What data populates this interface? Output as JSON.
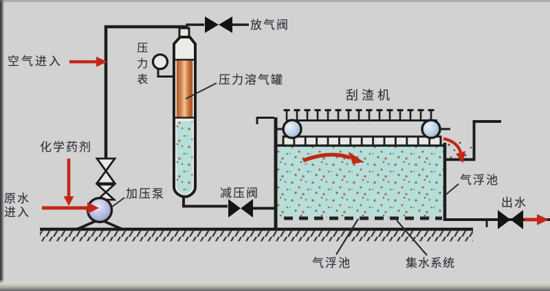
{
  "diagram": {
    "subject": "pressure dissolved-air flotation process flow diagram",
    "labels": {
      "air_in": "空气进入",
      "release_valve": "放气阀",
      "pressure_gauge": "压力表",
      "saturator": "压力溶气罐",
      "scraper": "刮渣机",
      "chemical": "化学药剂",
      "raw_water": "原水进入",
      "pump": "加压泵",
      "reducing_valve": "减压阀",
      "flotation_tank": "气浮池",
      "water_out": "出水",
      "flotation_tank_bottom": "气浮池",
      "collection_system": "集水系统"
    },
    "colors": {
      "background": "#d2d2d2",
      "line_black": "#1c1c1c",
      "arrow_red": "#c22718",
      "water_cyan": "#b7ded9",
      "saturator_orange": "#cd7e47",
      "pulley_blue": "#b9cfe3",
      "pump_violet": "#aab1dc"
    }
  }
}
